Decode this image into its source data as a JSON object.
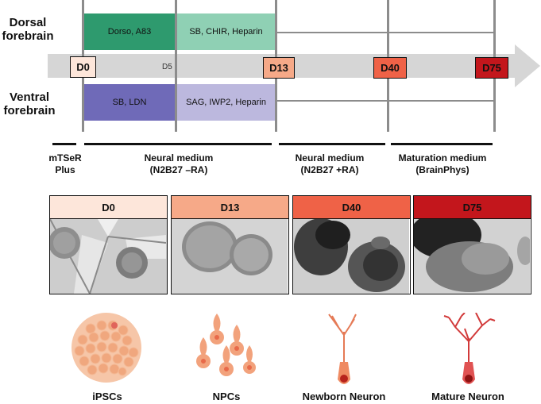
{
  "rows": {
    "dorsal": "Dorsal\nforebrain",
    "ventral": "Ventral\nforebrain"
  },
  "dorsal_boxes": [
    "Dorso, A83",
    "SB, CHIR, Heparin"
  ],
  "ventral_boxes": [
    "SB, LDN",
    "SAG, IWP2, Heparin"
  ],
  "timeline": {
    "d0": "D0",
    "d5": "D5",
    "d13": "D13",
    "d40": "D40",
    "d75": "D75"
  },
  "media": [
    "mTSeR\nPlus",
    "Neural medium\n(N2B27 –RA)",
    "Neural medium\n(N2B27 +RA)",
    "Maturation medium\n(BrainPhys)"
  ],
  "panels": [
    "D0",
    "D13",
    "D40",
    "D75"
  ],
  "cell_types": [
    "iPSCs",
    "NPCs",
    "Newborn Neuron",
    "Mature Neuron"
  ],
  "colors": {
    "dorso": "#2e9a6e",
    "chir": "#8fd0b4",
    "sb_ldn": "#6f6ab8",
    "sag": "#bcb8de",
    "d0": "#fde6da",
    "d13": "#f6a988",
    "d40": "#ef6247",
    "d75": "#c3161c"
  }
}
